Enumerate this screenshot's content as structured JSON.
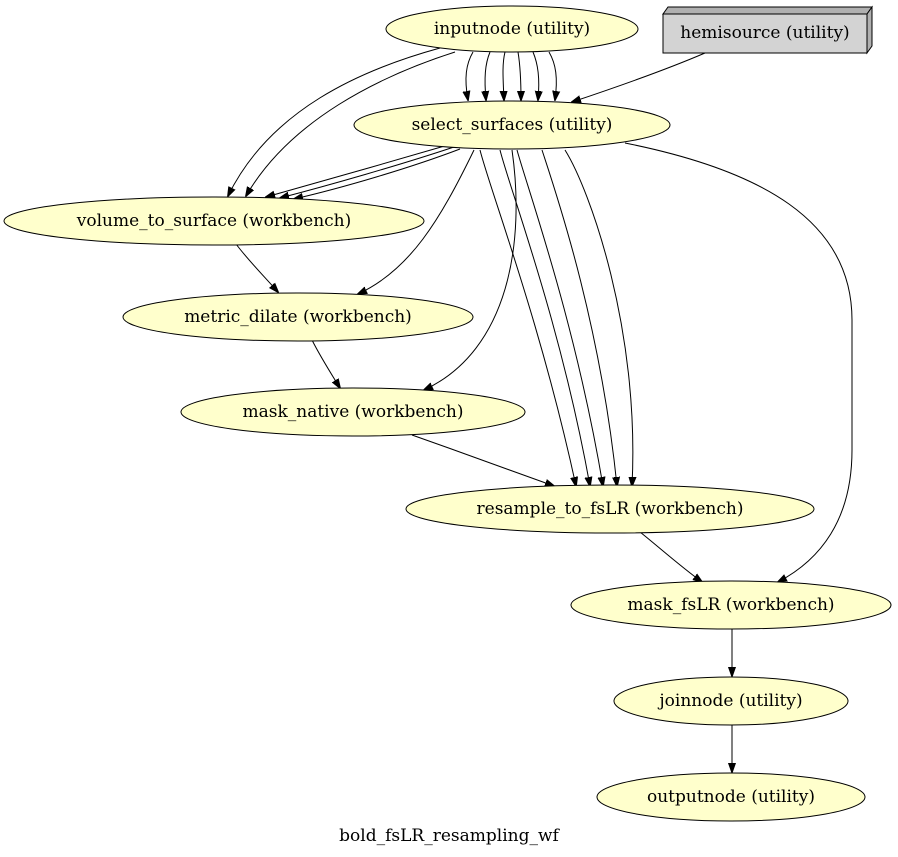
{
  "diagram": {
    "title": "bold_fsLR_resampling_wf",
    "nodes": {
      "inputnode": "inputnode (utility)",
      "hemisource": "hemisource (utility)",
      "select_surfaces": "select_surfaces (utility)",
      "volume_to_surface": "volume_to_surface (workbench)",
      "metric_dilate": "metric_dilate (workbench)",
      "mask_native": "mask_native (workbench)",
      "resample_to_fsLR": "resample_to_fsLR (workbench)",
      "mask_fsLR": "mask_fsLR (workbench)",
      "joinnode": "joinnode (utility)",
      "outputnode": "outputnode (utility)"
    },
    "edges": [
      {
        "from": "inputnode",
        "to": "select_surfaces"
      },
      {
        "from": "inputnode",
        "to": "select_surfaces"
      },
      {
        "from": "inputnode",
        "to": "select_surfaces"
      },
      {
        "from": "inputnode",
        "to": "select_surfaces"
      },
      {
        "from": "inputnode",
        "to": "select_surfaces"
      },
      {
        "from": "inputnode",
        "to": "select_surfaces"
      },
      {
        "from": "inputnode",
        "to": "volume_to_surface"
      },
      {
        "from": "inputnode",
        "to": "volume_to_surface"
      },
      {
        "from": "hemisource",
        "to": "select_surfaces"
      },
      {
        "from": "select_surfaces",
        "to": "volume_to_surface"
      },
      {
        "from": "select_surfaces",
        "to": "volume_to_surface"
      },
      {
        "from": "select_surfaces",
        "to": "volume_to_surface"
      },
      {
        "from": "select_surfaces",
        "to": "metric_dilate"
      },
      {
        "from": "select_surfaces",
        "to": "mask_native"
      },
      {
        "from": "select_surfaces",
        "to": "resample_to_fsLR"
      },
      {
        "from": "select_surfaces",
        "to": "resample_to_fsLR"
      },
      {
        "from": "select_surfaces",
        "to": "resample_to_fsLR"
      },
      {
        "from": "select_surfaces",
        "to": "resample_to_fsLR"
      },
      {
        "from": "select_surfaces",
        "to": "resample_to_fsLR"
      },
      {
        "from": "select_surfaces",
        "to": "mask_fsLR"
      },
      {
        "from": "volume_to_surface",
        "to": "metric_dilate"
      },
      {
        "from": "metric_dilate",
        "to": "mask_native"
      },
      {
        "from": "mask_native",
        "to": "resample_to_fsLR"
      },
      {
        "from": "resample_to_fsLR",
        "to": "mask_fsLR"
      },
      {
        "from": "mask_fsLR",
        "to": "joinnode"
      },
      {
        "from": "joinnode",
        "to": "outputnode"
      }
    ]
  }
}
